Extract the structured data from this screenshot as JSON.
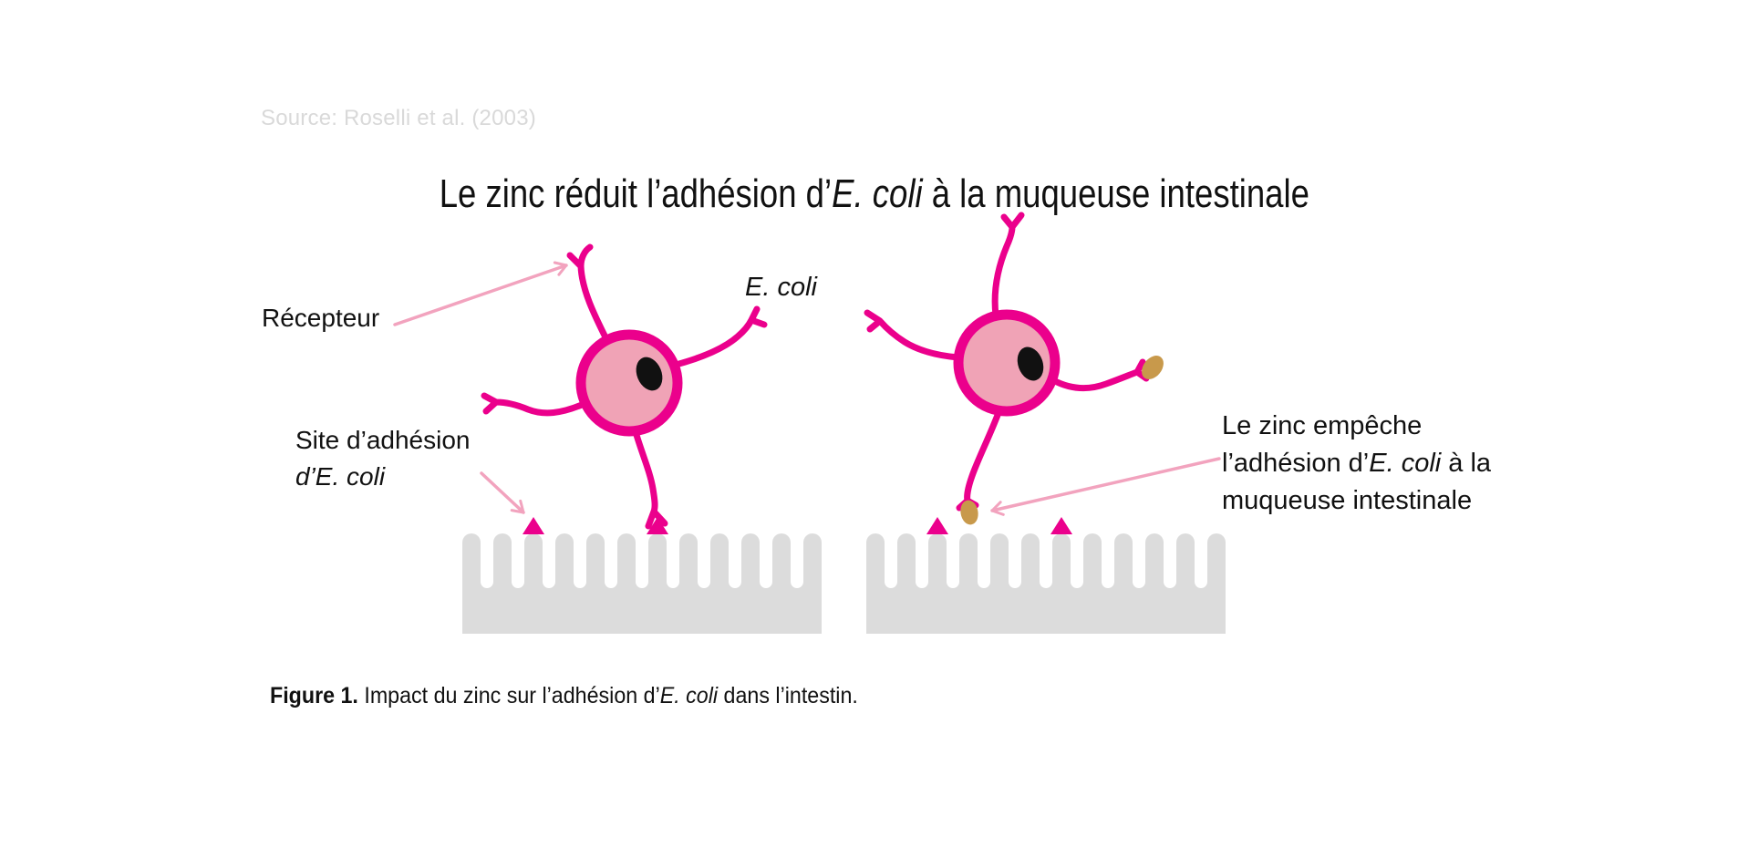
{
  "source": {
    "label": "Source: Roselli et al. (2003)"
  },
  "title": {
    "prefix": "Le zinc réduit l’adhésion d’",
    "italic": "E. coli",
    "suffix": " à la muqueuse intestinale"
  },
  "diagram": {
    "left_panel": {
      "receptor_label": "Récepteur",
      "ecoli_label": "E. coli",
      "adhesion_site_label_line1": "Site d’adhésion",
      "adhesion_site_label_line2": "d’E. coli"
    },
    "right_panel": {
      "zinc_label_line1": "Le zinc empêche",
      "zinc_label_line2_prefix": "l’adhésion d’",
      "zinc_label_line2_italic": "E. coli",
      "zinc_label_line2_suffix": " à la",
      "zinc_label_line3": "muqueuse intestinale"
    },
    "icons": {
      "bacterium": "ecoli-cell-with-flagella",
      "adhesion_site": "magenta-triangle",
      "zinc_particle": "gold-oval",
      "mucosa": "gray-villi-comb",
      "annotation_arrow": "pink-open-arrow"
    }
  },
  "caption": {
    "figure_label": "Figure 1.",
    "prefix": " Impact du zinc sur l’adhésion d’",
    "italic": "E. coli",
    "suffix": " dans l’intestin."
  },
  "colors": {
    "magenta": "#EB008C",
    "cell_fill": "#F0A3B6",
    "nucleus": "#111111",
    "zinc_gold": "#C8994B",
    "mucosa_gray": "#DCDCDC",
    "arrow_pink": "#F2A3BE",
    "text": "#111111",
    "source_gray": "#D9D9D9"
  }
}
